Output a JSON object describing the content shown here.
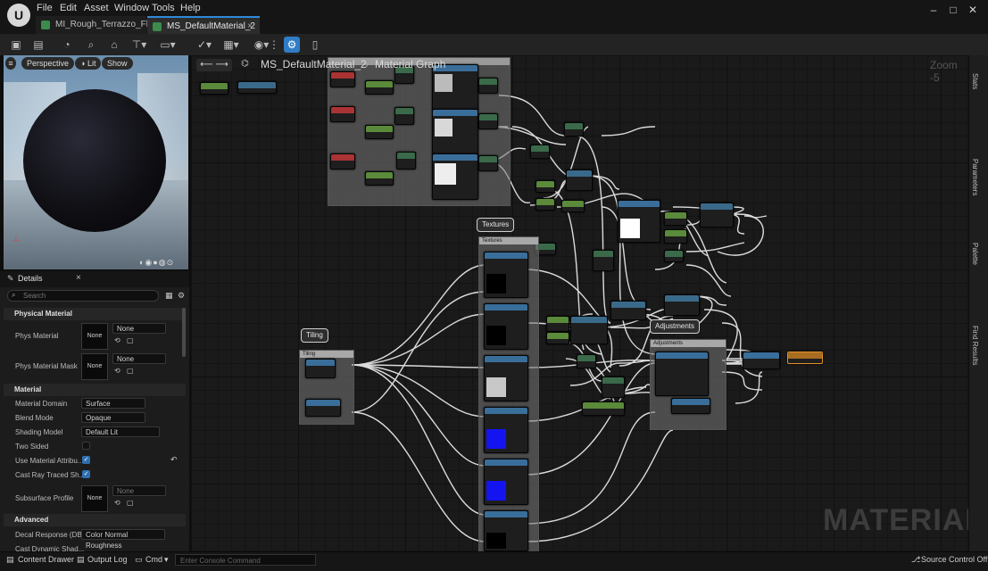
{
  "menus": [
    "File",
    "Edit",
    "Asset",
    "Window",
    "Tools",
    "Help"
  ],
  "tabs": [
    {
      "label": "MI_Rough_Terrazzo_Flo..."
    },
    {
      "label": "MS_DefaultMaterial_2"
    }
  ],
  "viewport": {
    "perspective": "Perspective",
    "lit": "Lit",
    "show": "Show"
  },
  "details": {
    "title": "Details",
    "search_placeholder": "Search",
    "physical_material": {
      "section": "Physical Material",
      "phys_material_label": "Phys Material",
      "phys_material_value": "None",
      "phys_material_thumb": "None",
      "phys_mask_label": "Phys Material Mask",
      "phys_mask_value": "None",
      "phys_mask_thumb": "None"
    },
    "material": {
      "section": "Material",
      "domain_label": "Material Domain",
      "domain_value": "Surface",
      "blend_label": "Blend Mode",
      "blend_value": "Opaque",
      "shading_label": "Shading Model",
      "shading_value": "Default Lit",
      "two_sided_label": "Two Sided",
      "use_attr_label": "Use Material Attribu...",
      "cast_ray_label": "Cast Ray Traced Sh...",
      "subsurface_label": "Subsurface Profile",
      "subsurface_value": "None",
      "subsurface_thumb": "None"
    },
    "advanced": {
      "section": "Advanced",
      "decal_label": "Decal Response (DB...",
      "decal_value": "Color Normal Roughness",
      "cast_dynamic_label": "Cast Dynamic Shad..."
    }
  },
  "graph": {
    "breadcrumb_root": "MS_DefaultMaterial_2",
    "breadcrumb_leaf": "Material Graph",
    "zoom": "Zoom -5",
    "watermark": "MATERIAL",
    "comments": {
      "tiling": "Tiling",
      "textures": "Textures",
      "adjustments": "Adjustments"
    }
  },
  "right_tabs": [
    "Stats",
    "Parameters",
    "Palette",
    "Find Results"
  ],
  "bottom": {
    "content_drawer": "Content Drawer",
    "output_log": "Output Log",
    "cmd": "Cmd",
    "console_placeholder": "Enter Console Command",
    "source_control": "Source Control Off"
  }
}
